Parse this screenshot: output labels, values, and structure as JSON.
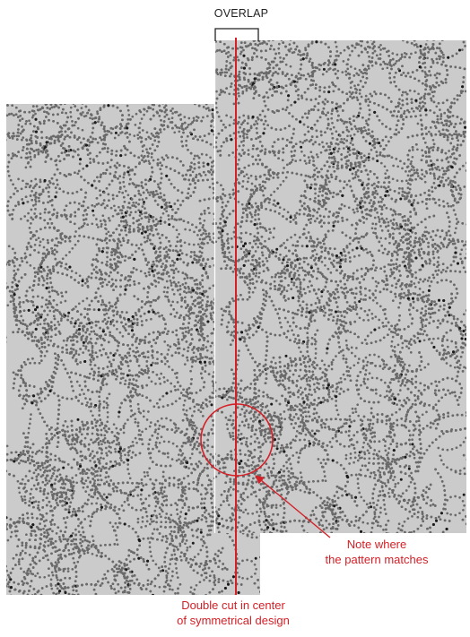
{
  "labels": {
    "overlap": "OVERLAP",
    "note_line1": "Note where",
    "note_line2": "the pattern matches",
    "cut_line1": "Double cut in center",
    "cut_line2": "of symmetrical design"
  },
  "colors": {
    "panel_fill": "#cbcbcb",
    "dot": "#6a6a6a",
    "dot_dark": "#1c1c1c",
    "cut_line": "#d42027",
    "annotation": "#d42027",
    "seam": "#ffffff",
    "bracket": "#222222"
  }
}
